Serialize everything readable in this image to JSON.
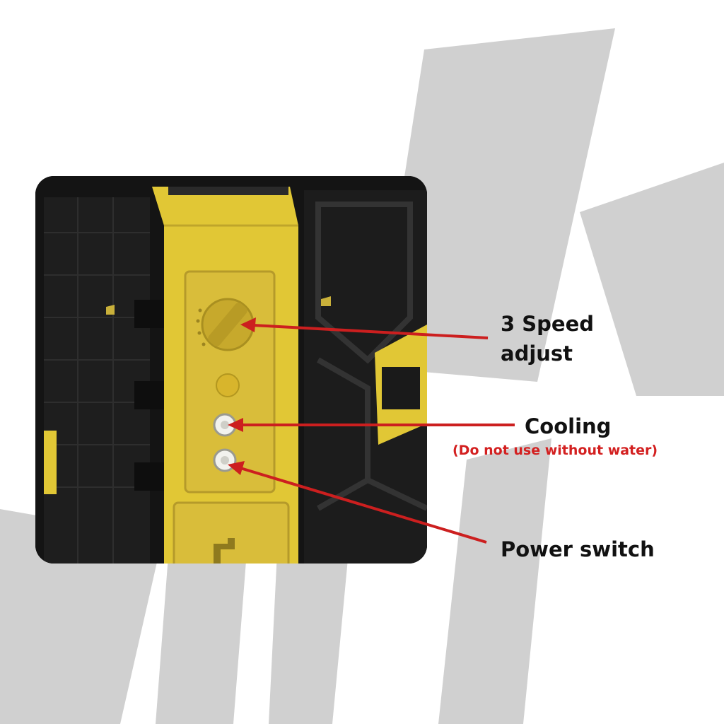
{
  "watermark": {
    "text": "LHK",
    "color": "#d0d0d0"
  },
  "colors": {
    "arrow": "#cc1f1f",
    "device_yellow": "#e1c735",
    "device_black": "#141414"
  },
  "labels": {
    "speed": "3 Speed adjust",
    "cooling": "Cooling",
    "cooling_note": "(Do not use without water)",
    "power": "Power switch"
  },
  "icons": {
    "speed_knob": "rotary-knob-icon",
    "cooling_button": "push-button-icon",
    "power_button": "push-button-icon",
    "water_tap": "water-tap-icon"
  }
}
